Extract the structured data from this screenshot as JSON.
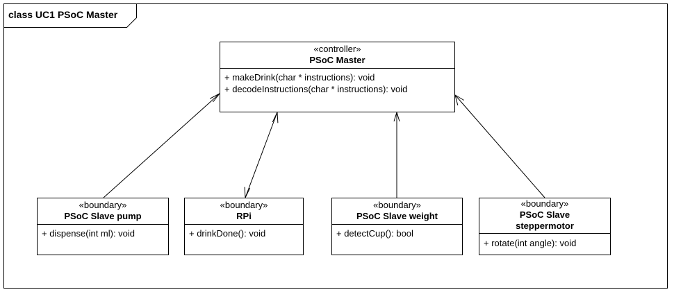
{
  "frame": {
    "title": "class UC1 PSoC Master"
  },
  "classes": {
    "master": {
      "stereotype": "«controller»",
      "name": "PSoC Master",
      "operations": [
        "+ makeDrink(char * instructions): void",
        "+ decodeInstructions(char * instructions): void"
      ]
    },
    "pump": {
      "stereotype": "«boundary»",
      "name": "PSoC Slave pump",
      "operations": [
        "+ dispense(int ml): void"
      ]
    },
    "rpi": {
      "stereotype": "«boundary»",
      "name": "RPi",
      "operations": [
        "+ drinkDone(): void"
      ]
    },
    "weight": {
      "stereotype": "«boundary»",
      "name": "PSoC Slave weight",
      "operations": [
        "+ detectCup(): bool"
      ]
    },
    "stepper": {
      "stereotype": "«boundary»",
      "name_lines": [
        "PSoC Slave",
        "steppermotor"
      ],
      "operations": [
        "+ rotate(int angle): void"
      ]
    }
  },
  "associations": [
    {
      "from": "pump",
      "to": "master",
      "navigability": "to-master"
    },
    {
      "from": "rpi",
      "to": "master",
      "navigability": "bidirectional"
    },
    {
      "from": "weight",
      "to": "master",
      "navigability": "to-master"
    },
    {
      "from": "stepper",
      "to": "master",
      "navigability": "to-master"
    }
  ]
}
